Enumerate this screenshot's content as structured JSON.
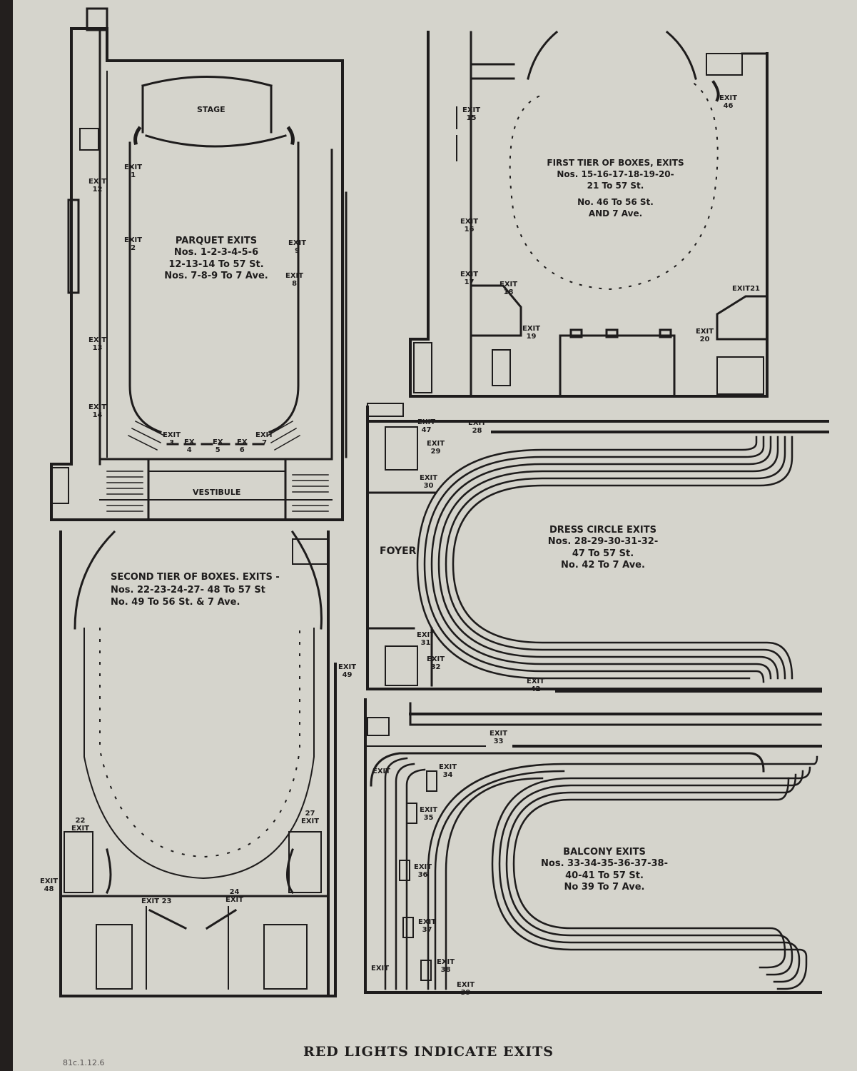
{
  "footer_title": "RED LIGHTS INDICATE EXITS",
  "catalog_mark": "81c.1.12.6",
  "parquet": {
    "stage": "STAGE",
    "vestibule": "VESTIBULE",
    "caption": [
      "PARQUET EXITS",
      "Nos. 1-2-3-4-5-6",
      "12-13-14 To 57 St.",
      "Nos. 7-8-9 To 7 Ave."
    ],
    "exits": [
      {
        "word": "EXIT",
        "num": "1"
      },
      {
        "word": "EXIT",
        "num": "2"
      },
      {
        "word": "EXIT",
        "num": "3"
      },
      {
        "word": "EX",
        "num": "4"
      },
      {
        "word": "EX",
        "num": "5"
      },
      {
        "word": "EX",
        "num": "6"
      },
      {
        "word": "EXIT",
        "num": "7"
      },
      {
        "word": "EXIT",
        "num": "8"
      },
      {
        "word": "EXIT",
        "num": "9"
      },
      {
        "word": "EXIT",
        "num": "12"
      },
      {
        "word": "EXIT",
        "num": "13"
      },
      {
        "word": "EXIT",
        "num": "14"
      }
    ]
  },
  "first_tier": {
    "caption": [
      "FIRST TIER OF BOXES, EXITS",
      "Nos. 15-16-17-18-19-20-",
      "21 To 57 St.",
      "No. 46 To 56 St.",
      "AND 7 Ave."
    ],
    "exits": [
      {
        "word": "EXIT",
        "num": "15"
      },
      {
        "word": "EXIT",
        "num": "16"
      },
      {
        "word": "EXIT",
        "num": "17"
      },
      {
        "word": "EXIT",
        "num": "18"
      },
      {
        "word": "EXIT",
        "num": "19"
      },
      {
        "word": "EXIT",
        "num": "20"
      },
      {
        "word": "EXIT",
        "num": "21"
      },
      {
        "word": "EXIT",
        "num": "46"
      }
    ]
  },
  "dress_circle": {
    "foyer": "FOYER",
    "caption": [
      "DRESS CIRCLE EXITS",
      "Nos. 28-29-30-31-32-",
      "47 To 57 St.",
      "No. 42 To 7 Ave."
    ],
    "exits": [
      {
        "word": "EXIT",
        "num": "47"
      },
      {
        "word": "EXIT",
        "num": "28"
      },
      {
        "word": "EXIT",
        "num": "29"
      },
      {
        "word": "EXIT",
        "num": "30"
      },
      {
        "word": "EXIT",
        "num": "31"
      },
      {
        "word": "EXIT",
        "num": "32"
      },
      {
        "word": "EXIT",
        "num": "42"
      }
    ]
  },
  "second_tier": {
    "caption": [
      "SECOND TIER OF BOXES. EXITS -",
      "Nos. 22-23-24-27- 48 To 57 St",
      "No. 49 To 56 St. & 7 Ave."
    ],
    "exits": [
      {
        "word": "EXIT",
        "num": "49"
      },
      {
        "word": "EXIT",
        "num": "22"
      },
      {
        "word": "EXIT",
        "num": "27"
      },
      {
        "word": "EXIT",
        "num": "48"
      },
      {
        "word": "EXIT",
        "num": "23"
      },
      {
        "word": "EXIT",
        "num": "24"
      }
    ]
  },
  "balcony": {
    "caption": [
      "BALCONY EXITS",
      "Nos. 33-34-35-36-37-38-",
      "40-41 To 57 St.",
      "No 39 To 7 Ave."
    ],
    "exits": [
      {
        "word": "EXIT",
        "num": "33"
      },
      {
        "word": "EXIT",
        "num": ""
      },
      {
        "word": "EXIT",
        "num": "34"
      },
      {
        "word": "EXIT",
        "num": "35"
      },
      {
        "word": "EXIT",
        "num": "36"
      },
      {
        "word": "EXIT",
        "num": "37"
      },
      {
        "word": "EXIT",
        "num": "38"
      },
      {
        "word": "EXIT",
        "num": ""
      },
      {
        "word": "EXIT",
        "num": "39"
      }
    ]
  }
}
